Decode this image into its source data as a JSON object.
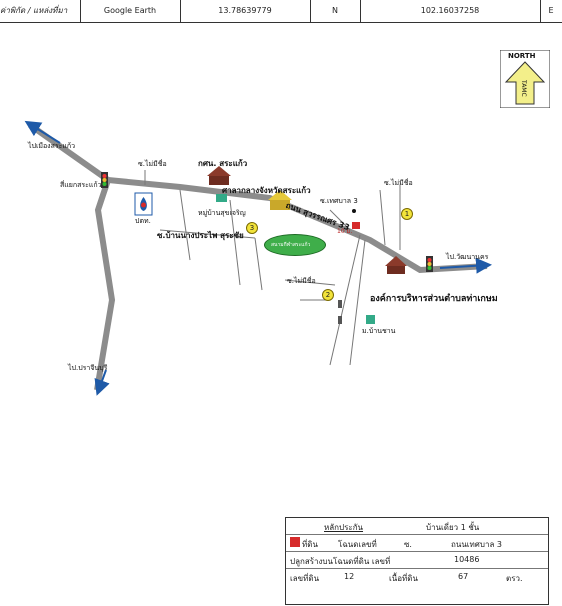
{
  "header": {
    "place_label": "ค่าพิกัด / แหล่งที่มา",
    "source": "Google Earth",
    "lat": "13.78639779",
    "lat_dir": "N",
    "lon": "102.16037258",
    "lon_dir": "E"
  },
  "compass": {
    "letters": [
      "N",
      "O",
      "R",
      "T",
      "H"
    ],
    "word": "NORTH",
    "side": "TAMC"
  },
  "labels": {
    "to_muang": "ไปเมืองสระแก้ว",
    "tri_intersection": "สี่แยกสระแก้ว",
    "soi_top": "ซ.ไม่มีชื่อ",
    "kasorn": "กศน. สระแก้ว",
    "court": "ศาลากลางจังหวัดสระแก้ว",
    "ptt": "ปตท.",
    "village": "หมู่บ้านสุขเจริญ",
    "soi_ban": "ซ.บ้านนางประไพ สุระชัย",
    "road": "ถนน สุวรรณศร 33",
    "soi_thesaban": "ซ.เทศบาล 3",
    "soi_right": "ซ.ไม่มีชื่อ",
    "to_watthana": "ไป.วัฒนานคร",
    "obt": "องค์การบริหารส่วนตำบลท่าเกษม",
    "soi_lower": "ซ.ไม่มีชื่อ",
    "to_prachin": "ไป.ปราจีนบุรี",
    "mosque": "ม.บ้านชาน",
    "green": "สนามกีฬาสระแก้ว",
    "km": "10 ม."
  },
  "numbers": [
    "1",
    "2",
    "3"
  ],
  "info": {
    "title": "หลักประกัน",
    "type": "บ้านเดี่ยว 1 ชั้น",
    "mark_label": "ที่ดิน",
    "deed_label": "โฉนดเลขที่",
    "soi_label": "ซ.",
    "street": "ถนนเทศบาล 3",
    "building_label": "ปลูกสร้างบนโฉนดที่ดิน เลขที่",
    "deed_no": "10486",
    "parcel_label": "เลขที่ดิน",
    "parcel_no": "12",
    "area_label": "เนื้อที่ดิน",
    "area": "67",
    "area_unit": "ตรว."
  },
  "colors": {
    "road": "#8c8c8c",
    "arrow": "#1e5aa8",
    "red": "#d62a2a",
    "green": "#3fae4a"
  }
}
